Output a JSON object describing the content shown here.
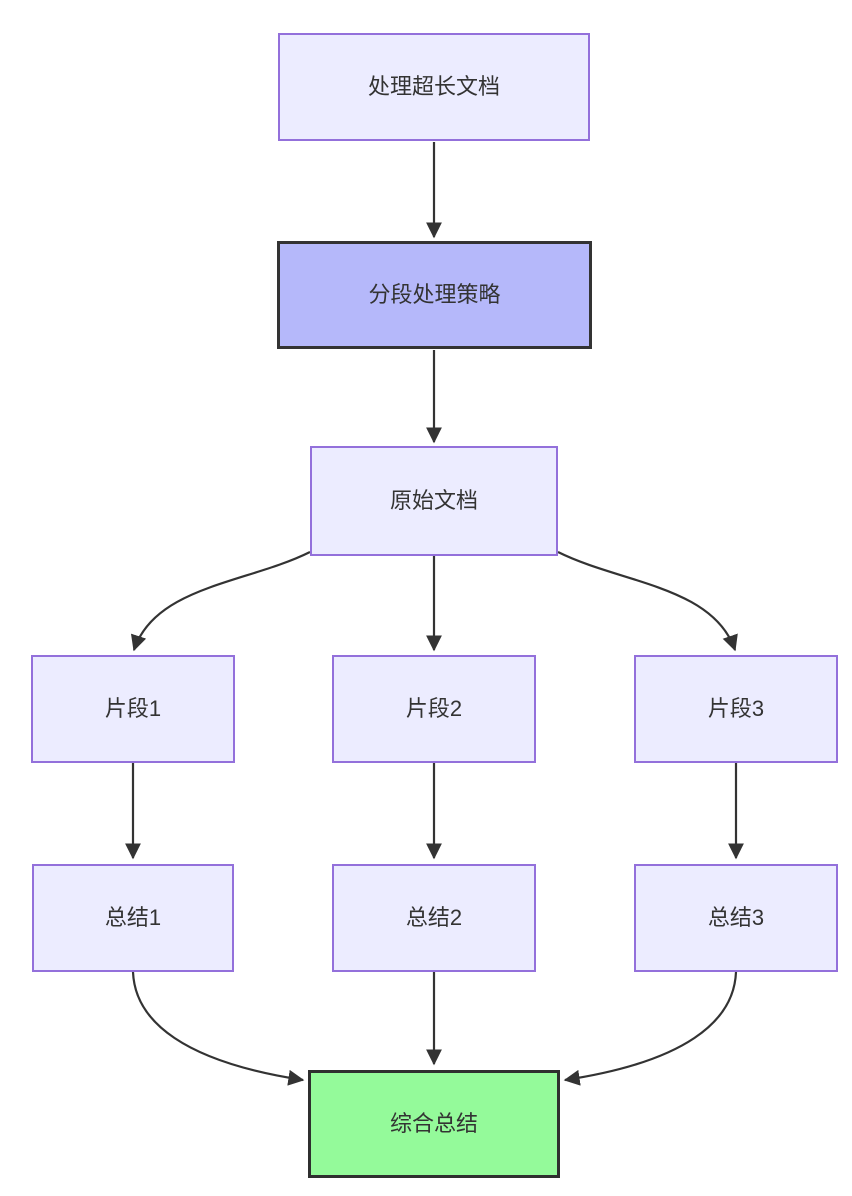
{
  "diagram": {
    "type": "flowchart",
    "direction": "top-down",
    "colors": {
      "background": "#ffffff",
      "node_fill": "#ECECFF",
      "node_border": "#9370DB",
      "emphasis_fill": "#B5B8FA",
      "emphasis_border": "#333333",
      "result_fill": "#94FA9A",
      "result_border": "#2F2F2F",
      "text": "#333333",
      "edge_line": "#333333"
    },
    "nodes": {
      "process_long_doc": {
        "label": "处理超长文档",
        "style": "default"
      },
      "strategy": {
        "label": "分段处理策略",
        "style": "emphasis"
      },
      "original_doc": {
        "label": "原始文档",
        "style": "default"
      },
      "fragment1": {
        "label": "片段1",
        "style": "default"
      },
      "fragment2": {
        "label": "片段2",
        "style": "default"
      },
      "fragment3": {
        "label": "片段3",
        "style": "default"
      },
      "summary1": {
        "label": "总结1",
        "style": "default"
      },
      "summary2": {
        "label": "总结2",
        "style": "default"
      },
      "summary3": {
        "label": "总结3",
        "style": "default"
      },
      "final_summary": {
        "label": "综合总结",
        "style": "result"
      }
    },
    "edges": [
      {
        "from": "处理超长文档",
        "to": "分段处理策略"
      },
      {
        "from": "分段处理策略",
        "to": "原始文档"
      },
      {
        "from": "原始文档",
        "to": "片段1"
      },
      {
        "from": "原始文档",
        "to": "片段2"
      },
      {
        "from": "原始文档",
        "to": "片段3"
      },
      {
        "from": "片段1",
        "to": "总结1"
      },
      {
        "from": "片段2",
        "to": "总结2"
      },
      {
        "from": "片段3",
        "to": "总结3"
      },
      {
        "from": "总结1",
        "to": "综合总结"
      },
      {
        "from": "总结2",
        "to": "综合总结"
      },
      {
        "from": "总结3",
        "to": "综合总结"
      }
    ]
  }
}
